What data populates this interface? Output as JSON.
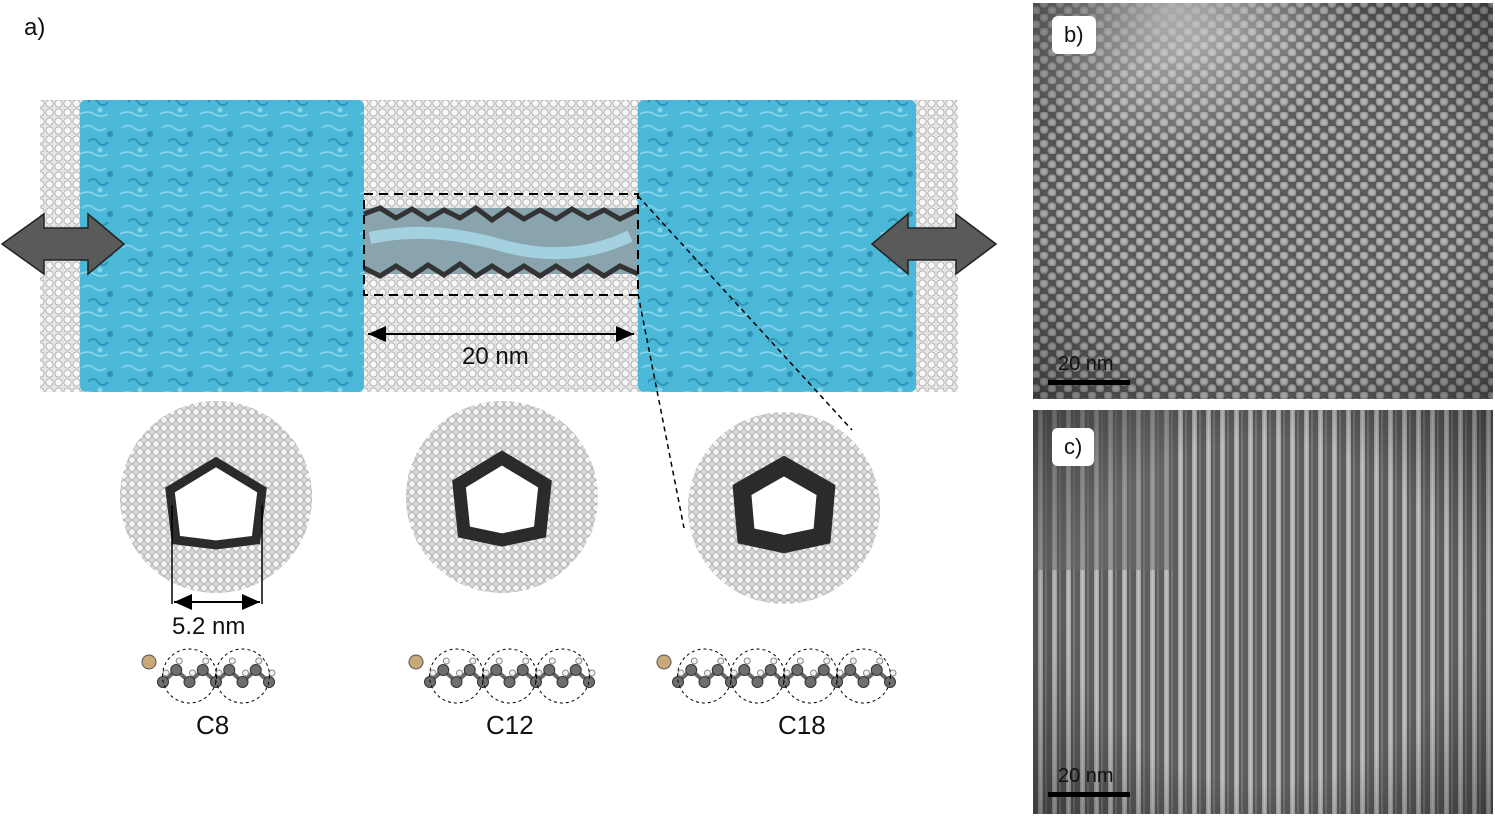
{
  "panels": {
    "a": {
      "label": "a)",
      "length_label": "20 nm",
      "diameter_label": "5.2 nm",
      "molecules": [
        {
          "name": "C8",
          "segments": 2
        },
        {
          "name": "C12",
          "segments": 3
        },
        {
          "name": "C18",
          "segments": 4
        }
      ],
      "colors": {
        "water": "#4cb8d8",
        "silica": "#d6d6d6",
        "chains": "#3a3a3a",
        "head": "#c8a878",
        "arrow": "#5a5a5a"
      }
    },
    "b": {
      "label": "b)",
      "scale_label": "20 nm"
    },
    "c": {
      "label": "c)",
      "scale_label": "20 nm"
    }
  }
}
